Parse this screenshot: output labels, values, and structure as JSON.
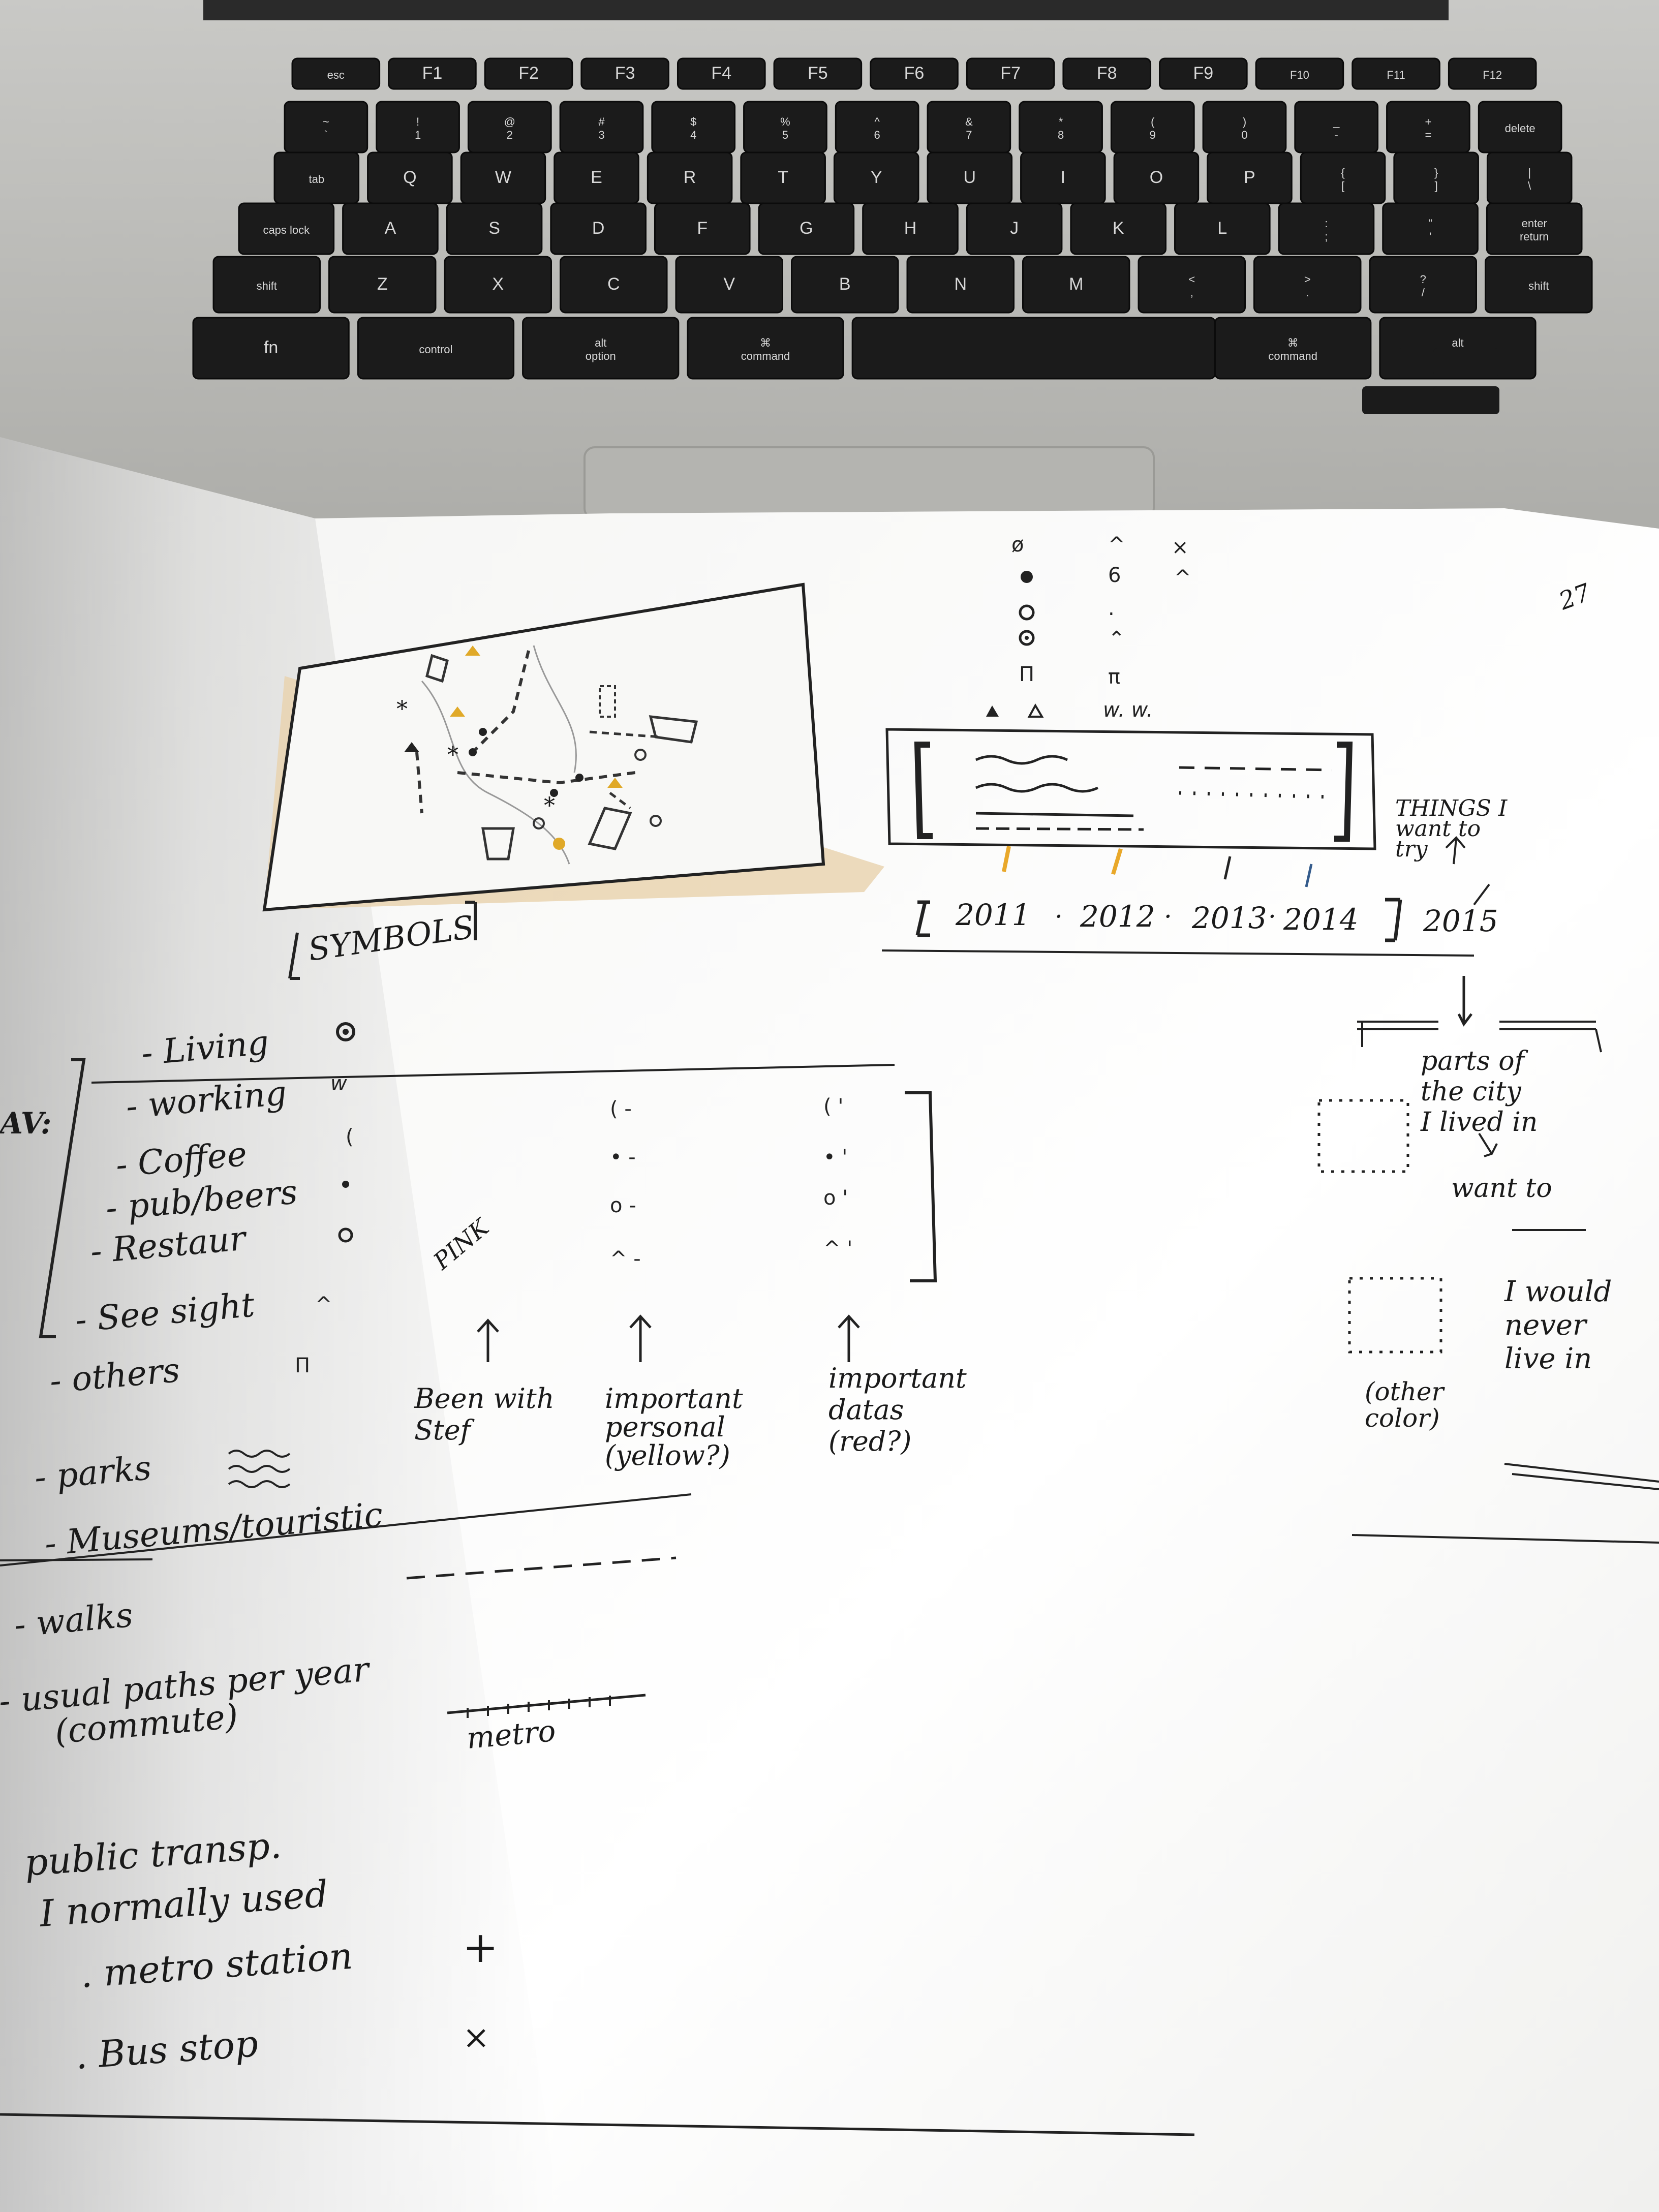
{
  "keyboard": {
    "row_fn": [
      "esc",
      "F1",
      "F2",
      "F3",
      "F4",
      "F5",
      "F6",
      "F7",
      "F8",
      "F9",
      "F10",
      "F11",
      "F12"
    ],
    "row_num": [
      "~\n`",
      "!\n1",
      "@\n2",
      "#\n3",
      "$\n4",
      "%\n5",
      "^\n6",
      "&\n7",
      "*\n8",
      "(\n9",
      ")\n0",
      "_\n-",
      "+\n=",
      "delete"
    ],
    "row_q": [
      "tab",
      "Q",
      "W",
      "E",
      "R",
      "T",
      "Y",
      "U",
      "I",
      "O",
      "P",
      "{\n[",
      "}\n]",
      "|\n\\"
    ],
    "row_a": [
      "caps lock",
      "A",
      "S",
      "D",
      "F",
      "G",
      "H",
      "J",
      "K",
      "L",
      ":\n;",
      "\"\n'",
      "enter\nreturn"
    ],
    "row_z": [
      "shift",
      "Z",
      "X",
      "C",
      "V",
      "B",
      "N",
      "M",
      "<\n,",
      ">\n.",
      "?\n/",
      "shift"
    ],
    "row_bottom": [
      "fn",
      "control",
      "alt\noption",
      "⌘\ncommand",
      "",
      "⌘\ncommand",
      "alt\noption"
    ]
  },
  "sketch": {
    "symbols_label": "SYMBOLS",
    "legend_items": [
      "- Living",
      "- working",
      "- Coffee",
      "- pub/beers",
      "- Restaur",
      "- See sight",
      "- others",
      "- parks",
      "- Museums/touristic",
      "- walks",
      "- usual paths per year",
      "(commute)"
    ],
    "legend_prefix": "AV:",
    "column_labels": {
      "been_with": "Been with\nStef",
      "pink": "PINK",
      "important_personal": "important\npersonal\n(yellow?)",
      "important_datas": "important\ndatas\n(red?)"
    },
    "metro_label": "metro",
    "public_transport": [
      "public transp.",
      "I normally used",
      ". metro station",
      ". Bus stop"
    ],
    "transport_marks": [
      "+",
      "×"
    ],
    "timeline_years": [
      "2011",
      "2012",
      "2013",
      "2014",
      "2015"
    ],
    "things_note": "THINGS I\nwant to\ntry",
    "parts_note": "parts of\nthe city\nI lived in",
    "want_to": "want to",
    "other_color": "(other\ncolor)",
    "never_note": "I would\nnever\nlive in",
    "corner_mark": "27"
  }
}
